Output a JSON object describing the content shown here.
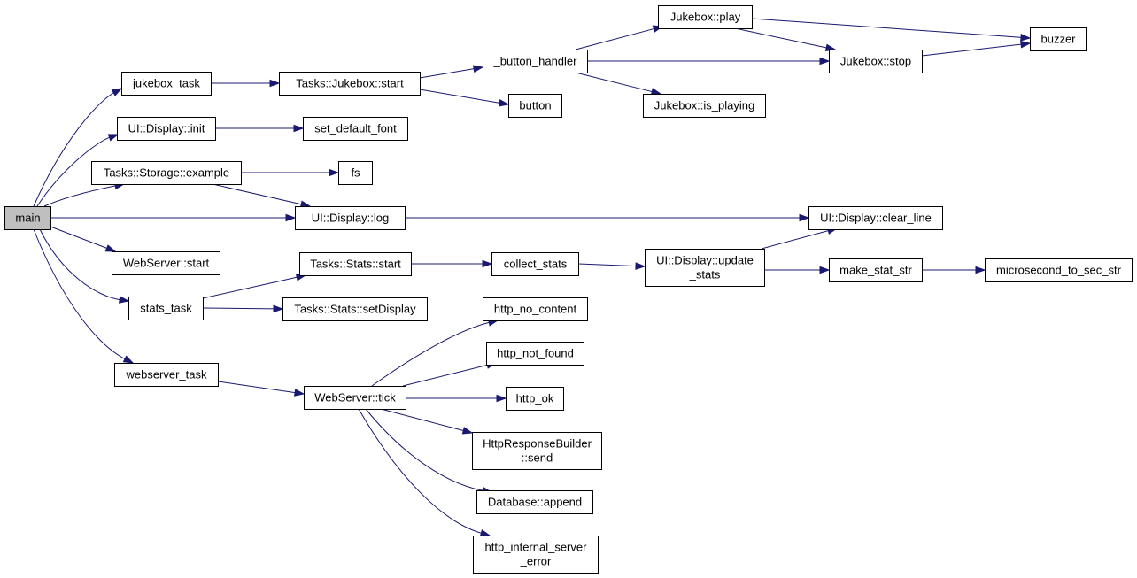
{
  "diagram": {
    "type": "call-graph",
    "colors": {
      "edge": "#191970",
      "root_fill": "#bfbfbf",
      "node_fill": "#ffffff",
      "node_border": "#000000"
    },
    "nodes": [
      {
        "id": "main",
        "lines": [
          "main"
        ]
      },
      {
        "id": "jukebox_task",
        "lines": [
          "jukebox_task"
        ]
      },
      {
        "id": "ui_display_init",
        "lines": [
          "UI::Display::init"
        ]
      },
      {
        "id": "tasks_storage_example",
        "lines": [
          "Tasks::Storage::example"
        ]
      },
      {
        "id": "ui_display_log",
        "lines": [
          "UI::Display::log"
        ]
      },
      {
        "id": "webserver_start",
        "lines": [
          "WebServer::start"
        ]
      },
      {
        "id": "stats_task",
        "lines": [
          "stats_task"
        ]
      },
      {
        "id": "webserver_task",
        "lines": [
          "webserver_task"
        ]
      },
      {
        "id": "tasks_jukebox_start",
        "lines": [
          "Tasks::Jukebox::start"
        ]
      },
      {
        "id": "set_default_font",
        "lines": [
          "set_default_font"
        ]
      },
      {
        "id": "fs",
        "lines": [
          "fs"
        ]
      },
      {
        "id": "tasks_stats_start",
        "lines": [
          "Tasks::Stats::start"
        ]
      },
      {
        "id": "tasks_stats_setdisplay",
        "lines": [
          "Tasks::Stats::setDisplay"
        ]
      },
      {
        "id": "webserver_tick",
        "lines": [
          "WebServer::tick"
        ]
      },
      {
        "id": "button_handler",
        "lines": [
          "_button_handler"
        ]
      },
      {
        "id": "button",
        "lines": [
          "button"
        ]
      },
      {
        "id": "collect_stats",
        "lines": [
          "collect_stats"
        ]
      },
      {
        "id": "http_no_content",
        "lines": [
          "http_no_content"
        ]
      },
      {
        "id": "http_not_found",
        "lines": [
          "http_not_found"
        ]
      },
      {
        "id": "http_ok",
        "lines": [
          "http_ok"
        ]
      },
      {
        "id": "httpresponsebuilder_send",
        "lines": [
          "HttpResponseBuilder",
          "::send"
        ]
      },
      {
        "id": "database_append",
        "lines": [
          "Database::append"
        ]
      },
      {
        "id": "http_internal_server_error",
        "lines": [
          "http_internal_server",
          "_error"
        ]
      },
      {
        "id": "jukebox_play",
        "lines": [
          "Jukebox::play"
        ]
      },
      {
        "id": "jukebox_is_playing",
        "lines": [
          "Jukebox::is_playing"
        ]
      },
      {
        "id": "ui_display_update_stats",
        "lines": [
          "UI::Display::update",
          "_stats"
        ]
      },
      {
        "id": "jukebox_stop",
        "lines": [
          "Jukebox::stop"
        ]
      },
      {
        "id": "ui_display_clear_line",
        "lines": [
          "UI::Display::clear_line"
        ]
      },
      {
        "id": "make_stat_str",
        "lines": [
          "make_stat_str"
        ]
      },
      {
        "id": "buzzer",
        "lines": [
          "buzzer"
        ]
      },
      {
        "id": "microsecond_to_sec_str",
        "lines": [
          "microsecond_to_sec_str"
        ]
      }
    ],
    "edges": [
      {
        "from": "main",
        "to": "jukebox_task"
      },
      {
        "from": "main",
        "to": "ui_display_init"
      },
      {
        "from": "main",
        "to": "tasks_storage_example"
      },
      {
        "from": "main",
        "to": "ui_display_log"
      },
      {
        "from": "main",
        "to": "webserver_start"
      },
      {
        "from": "main",
        "to": "stats_task"
      },
      {
        "from": "main",
        "to": "webserver_task"
      },
      {
        "from": "jukebox_task",
        "to": "tasks_jukebox_start"
      },
      {
        "from": "ui_display_init",
        "to": "set_default_font"
      },
      {
        "from": "tasks_storage_example",
        "to": "fs"
      },
      {
        "from": "tasks_storage_example",
        "to": "ui_display_log"
      },
      {
        "from": "ui_display_log",
        "to": "ui_display_clear_line"
      },
      {
        "from": "stats_task",
        "to": "tasks_stats_start"
      },
      {
        "from": "stats_task",
        "to": "tasks_stats_setdisplay"
      },
      {
        "from": "webserver_task",
        "to": "webserver_tick"
      },
      {
        "from": "tasks_jukebox_start",
        "to": "button_handler"
      },
      {
        "from": "tasks_jukebox_start",
        "to": "button"
      },
      {
        "from": "tasks_stats_start",
        "to": "collect_stats"
      },
      {
        "from": "webserver_tick",
        "to": "http_no_content"
      },
      {
        "from": "webserver_tick",
        "to": "http_not_found"
      },
      {
        "from": "webserver_tick",
        "to": "http_ok"
      },
      {
        "from": "webserver_tick",
        "to": "httpresponsebuilder_send"
      },
      {
        "from": "webserver_tick",
        "to": "database_append"
      },
      {
        "from": "webserver_tick",
        "to": "http_internal_server_error"
      },
      {
        "from": "button_handler",
        "to": "jukebox_play"
      },
      {
        "from": "button_handler",
        "to": "jukebox_stop"
      },
      {
        "from": "button_handler",
        "to": "jukebox_is_playing"
      },
      {
        "from": "jukebox_play",
        "to": "jukebox_stop"
      },
      {
        "from": "jukebox_play",
        "to": "buzzer"
      },
      {
        "from": "jukebox_stop",
        "to": "buzzer"
      },
      {
        "from": "collect_stats",
        "to": "ui_display_update_stats"
      },
      {
        "from": "ui_display_update_stats",
        "to": "ui_display_clear_line"
      },
      {
        "from": "ui_display_update_stats",
        "to": "make_stat_str"
      },
      {
        "from": "make_stat_str",
        "to": "microsecond_to_sec_str"
      }
    ]
  }
}
